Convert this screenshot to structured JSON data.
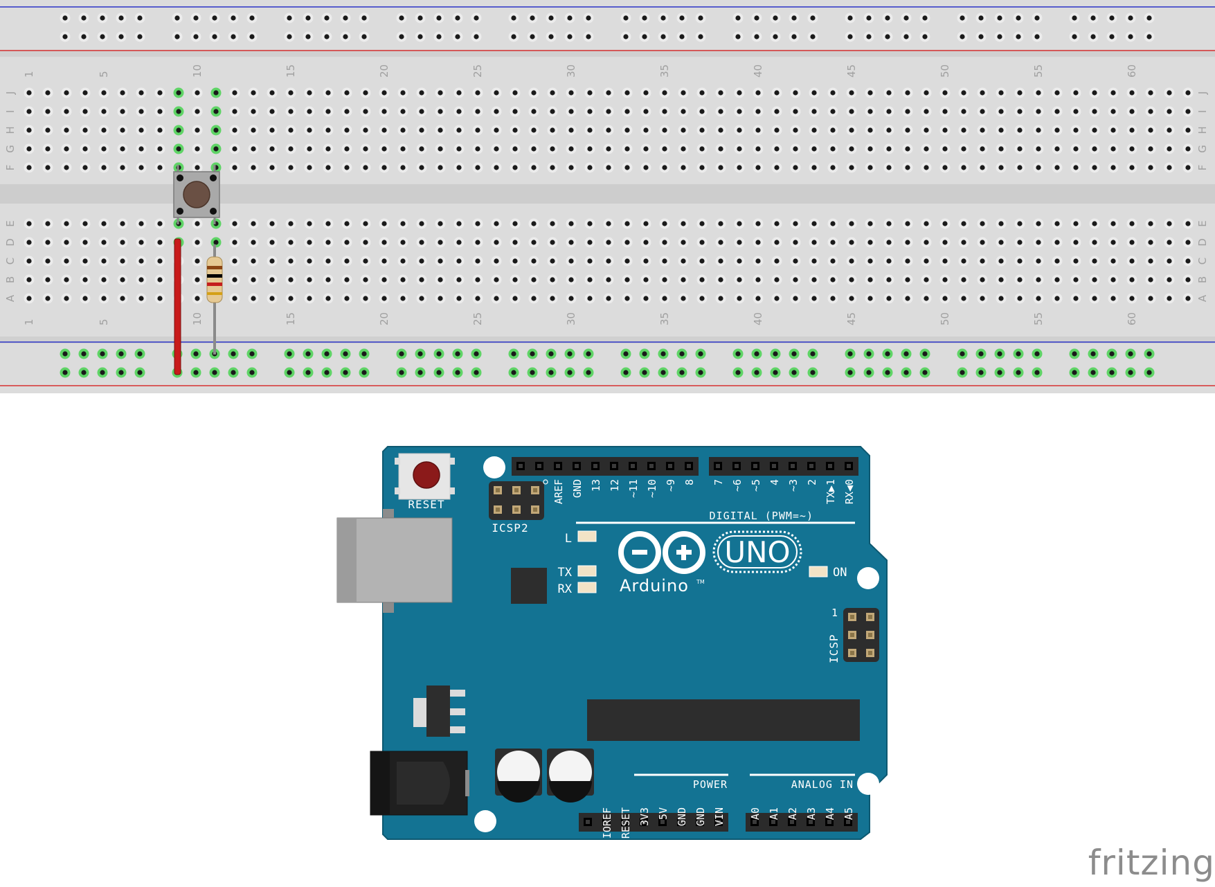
{
  "breadboard": {
    "column_numbers": [
      "1",
      "5",
      "10",
      "15",
      "20",
      "25",
      "30",
      "35",
      "40",
      "45",
      "50",
      "55",
      "60"
    ],
    "row_letters_top": [
      "J",
      "I",
      "H",
      "G",
      "F"
    ],
    "row_letters_bottom": [
      "E",
      "D",
      "C",
      "B",
      "A"
    ]
  },
  "components": {
    "pushbutton": "pushbutton",
    "resistor": "resistor",
    "jumper_wire": "red jumper wire"
  },
  "arduino": {
    "reset_label": "RESET",
    "icsp2_label": "ICSP2",
    "icsp_label": "ICSP",
    "icsp_pin1": "1",
    "digital_label": "DIGITAL (PWM=~)",
    "digital_pins": [
      "AREF",
      "GND",
      "13",
      "12",
      "~11",
      "~10",
      "~9",
      "8",
      "7",
      "~6",
      "~5",
      "4",
      "~3",
      "2",
      "TX▶1",
      "RX◀0"
    ],
    "l_label": "L",
    "tx_label": "TX",
    "rx_label": "RX",
    "on_label": "ON",
    "logo_text": "Arduino",
    "trademark": "TM",
    "model": "UNO",
    "power_label": "POWER",
    "power_pins": [
      "IOREF",
      "RESET",
      "3V3",
      "5V",
      "GND",
      "GND",
      "VIN"
    ],
    "analog_label": "ANALOG IN",
    "analog_pins": [
      "A0",
      "A1",
      "A2",
      "A3",
      "A4",
      "A5"
    ]
  },
  "branding": {
    "text": "fritzing"
  },
  "colors": {
    "board_blue": "#137393",
    "breadboard_gray": "#dcdcdc",
    "rail_blue": "#2b33c6",
    "rail_red": "#d63131",
    "connected_hole_green": "#5fd466",
    "wire_red": "#c81a1a",
    "reset_button_red": "#8b1a1a"
  }
}
